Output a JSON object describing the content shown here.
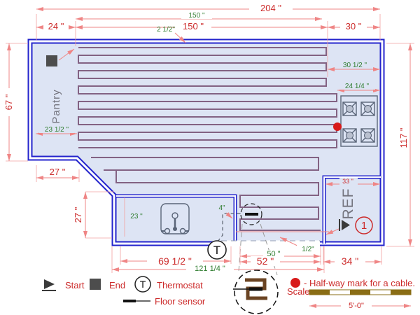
{
  "plan": {
    "rooms": {
      "pantry": "Pantry",
      "ref": "REF"
    },
    "dims": {
      "total_width": "204 \"",
      "left_offset": "24 \"",
      "heated_width_green": "150 \"",
      "heated_width_red": "150 \"",
      "right_offset": "30 \"",
      "cable_edge_gap": "2 1/2\"",
      "right_top_width": "30 1/2 \"",
      "stove_gap": "24 1/4 \"",
      "total_height": "117 \"",
      "ref_width": "33 \"",
      "pantry_height": "67 \"",
      "pantry_width": "23 1/2 \"",
      "bottom_left_width": "27 \"",
      "bottom_left_height": "27 \"",
      "counter_depth": "23 \"",
      "sensor_offset": "4\"",
      "counter_width": "69 1/2 \"",
      "bottom_heated_width": "121 1/4 \"",
      "opening_width_red": "52 \"",
      "opening_width_green": "50 \"",
      "half_inch": "1/2\"",
      "ref_bottom_width": "34 \""
    },
    "markers": {
      "cable_number": "1",
      "thermostat_symbol": "T"
    },
    "legend": {
      "start": "Start",
      "end": "End",
      "thermostat": "Thermostat",
      "thermostat_symbol": "T",
      "floor_sensor": "Floor sensor",
      "half_way": "- Half-way mark for a cable.",
      "scale": "Scale",
      "scale_length": "5'-0\""
    },
    "colors": {
      "wall": "#2323cc",
      "floor": "#dde4f4",
      "cable": "#836283",
      "dim_line": "#ef8585",
      "text_red": "#cc2a2a",
      "text_green": "#2f7d2f",
      "marker_red": "#d81a1a",
      "scale_bar": "#8a6d15",
      "fixture": "#5a6578"
    }
  }
}
